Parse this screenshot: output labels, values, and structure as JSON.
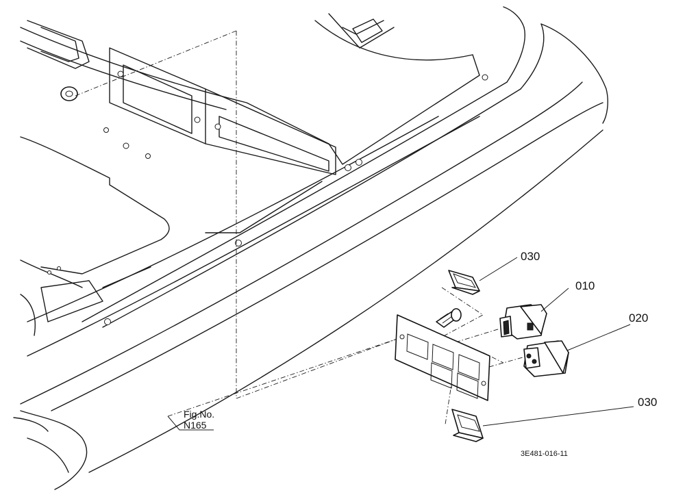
{
  "labels": {
    "top_030": "030",
    "p010": "010",
    "p020": "020",
    "bottom_030": "030"
  },
  "figure": {
    "prefix": "Fig.No.",
    "number": "N165"
  },
  "drawing_code": "3E481-016-11"
}
